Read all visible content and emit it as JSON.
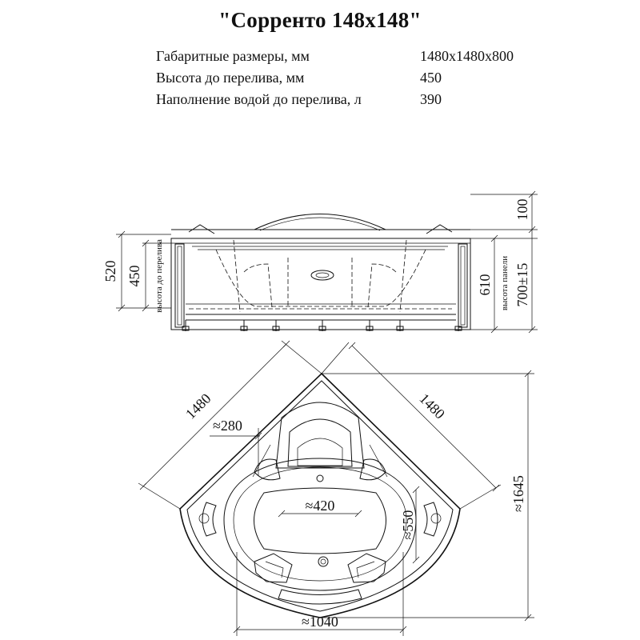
{
  "title": "\"Сорренто 148x148\"",
  "specs": [
    {
      "label": "Габаритные размеры, мм",
      "value": "1480x1480x800"
    },
    {
      "label": "Высота до перелива, мм",
      "value": "450"
    },
    {
      "label": "Наполнение водой до перелива, л",
      "value": "390"
    }
  ],
  "side_view": {
    "dim_left_outer": "520",
    "dim_left_inner": "450",
    "label_left": "высота до перелива",
    "dim_right_top": "100",
    "dim_right_panel": "610",
    "label_right": "высота панели",
    "dim_right_total": "700±15"
  },
  "top_view": {
    "dim_side_left": "1480",
    "dim_side_right": "1480",
    "dim_seat": "≈280",
    "dim_inner_width": "≈420",
    "dim_inner_length": "≈550",
    "dim_diagonal": "≈1645",
    "dim_bottom": "≈1040"
  }
}
